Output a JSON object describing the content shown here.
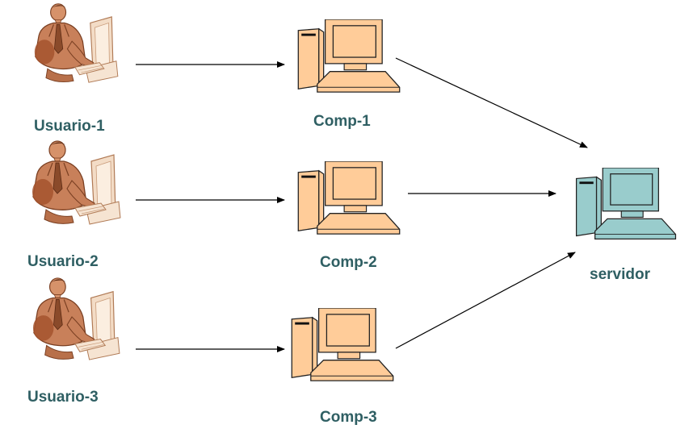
{
  "users": [
    {
      "label": "Usuario-1"
    },
    {
      "label": "Usuario-2"
    },
    {
      "label": "Usuario-3"
    }
  ],
  "computers": [
    {
      "label": "Comp-1"
    },
    {
      "label": "Comp-2"
    },
    {
      "label": "Comp-3"
    }
  ],
  "server": {
    "label": "servidor"
  },
  "colors": {
    "computer_fill": "#ffcc99",
    "server_fill": "#99cccc",
    "user_skin": "#c8805a",
    "label_text": "#2f5f63",
    "arrow": "#000000"
  },
  "icons": {
    "user": "person-at-computer-icon",
    "computer": "desktop-computer-icon",
    "server": "server-computer-icon"
  }
}
